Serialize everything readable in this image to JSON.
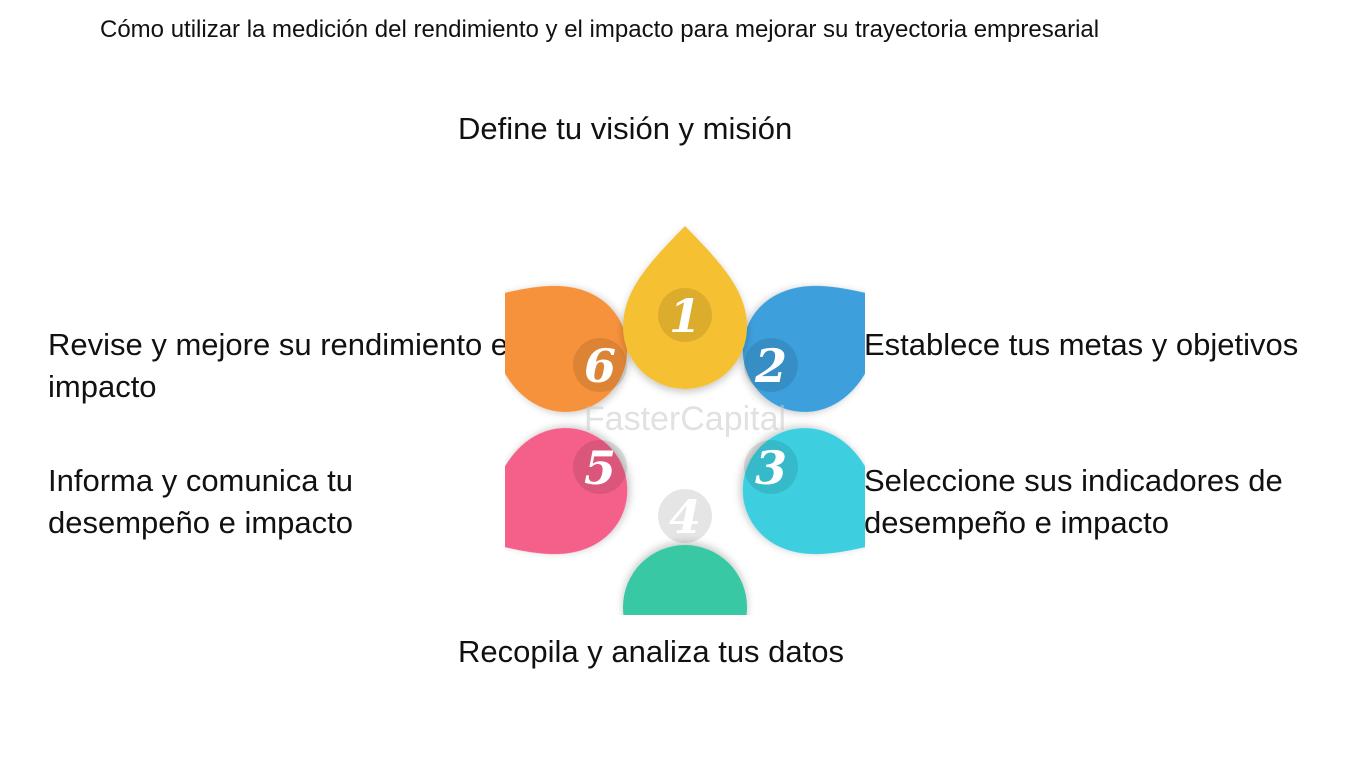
{
  "title": "Cómo utilizar la medición del rendimiento y el impacto para mejorar su trayectoria empresarial",
  "watermark": "FasterCapital",
  "steps": [
    {
      "number": "1",
      "label": "Define tu visión y misión",
      "color": "#f5c033"
    },
    {
      "number": "2",
      "label": "Establece tus metas y objetivos",
      "color": "#3d9fdc"
    },
    {
      "number": "3",
      "label": "Seleccione sus indicadores de desempeño e impacto",
      "color": "#3ecfe0"
    },
    {
      "number": "4",
      "label": "Recopila y analiza tus datos",
      "color": "#37c9a4"
    },
    {
      "number": "5",
      "label": "Informa y comunica tu desempeño e impacto",
      "color": "#f4618a"
    },
    {
      "number": "6",
      "label": "Revise y mejore su rendimiento e impacto",
      "color": "#f5923a"
    }
  ]
}
